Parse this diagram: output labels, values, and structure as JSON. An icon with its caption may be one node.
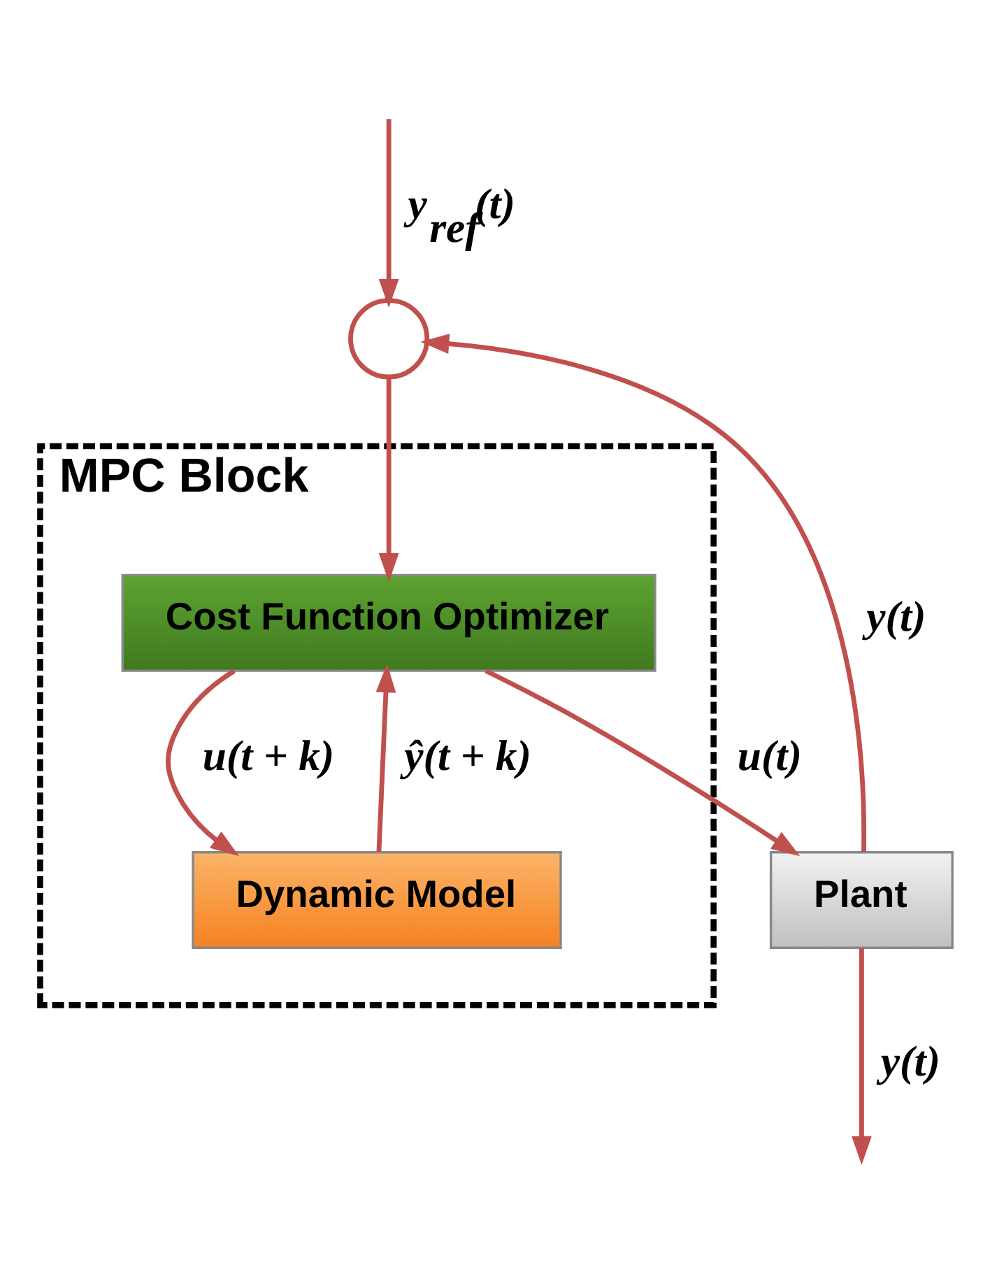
{
  "diagram": {
    "nodes": [
      {
        "text": [
          "MPC Block"
        ]
      },
      {
        "text": [],
        "shape": "circle"
      },
      {
        "text": [
          "Cost Function Optimizer"
        ],
        "in": 0
      },
      {
        "text": [
          "Dynamic Model"
        ],
        "in": 0
      },
      {
        "text": [
          "Plant"
        ]
      }
    ],
    "edges": [
      {
        "from": null,
        "to": 1,
        "arrow": "to",
        "label": "y$_{ref}$(t)"
      },
      {
        "from": 1,
        "to": 2,
        "arrow": "to"
      },
      {
        "from": 3,
        "to": 2,
        "arrow": "to",
        "label": "ŷ(t + k)"
      },
      {
        "from": 2,
        "to": 3,
        "arrow": "to",
        "label": "u(t + k)"
      },
      {
        "from": 2,
        "to": 4,
        "arrow": "to",
        "label": "u(t)"
      },
      {
        "from": 4,
        "to": null,
        "arrow": "to",
        "label": "y(t)"
      },
      {
        "from": 4,
        "to": 1,
        "arrow": "to",
        "label": "y(t)"
      }
    ]
  }
}
